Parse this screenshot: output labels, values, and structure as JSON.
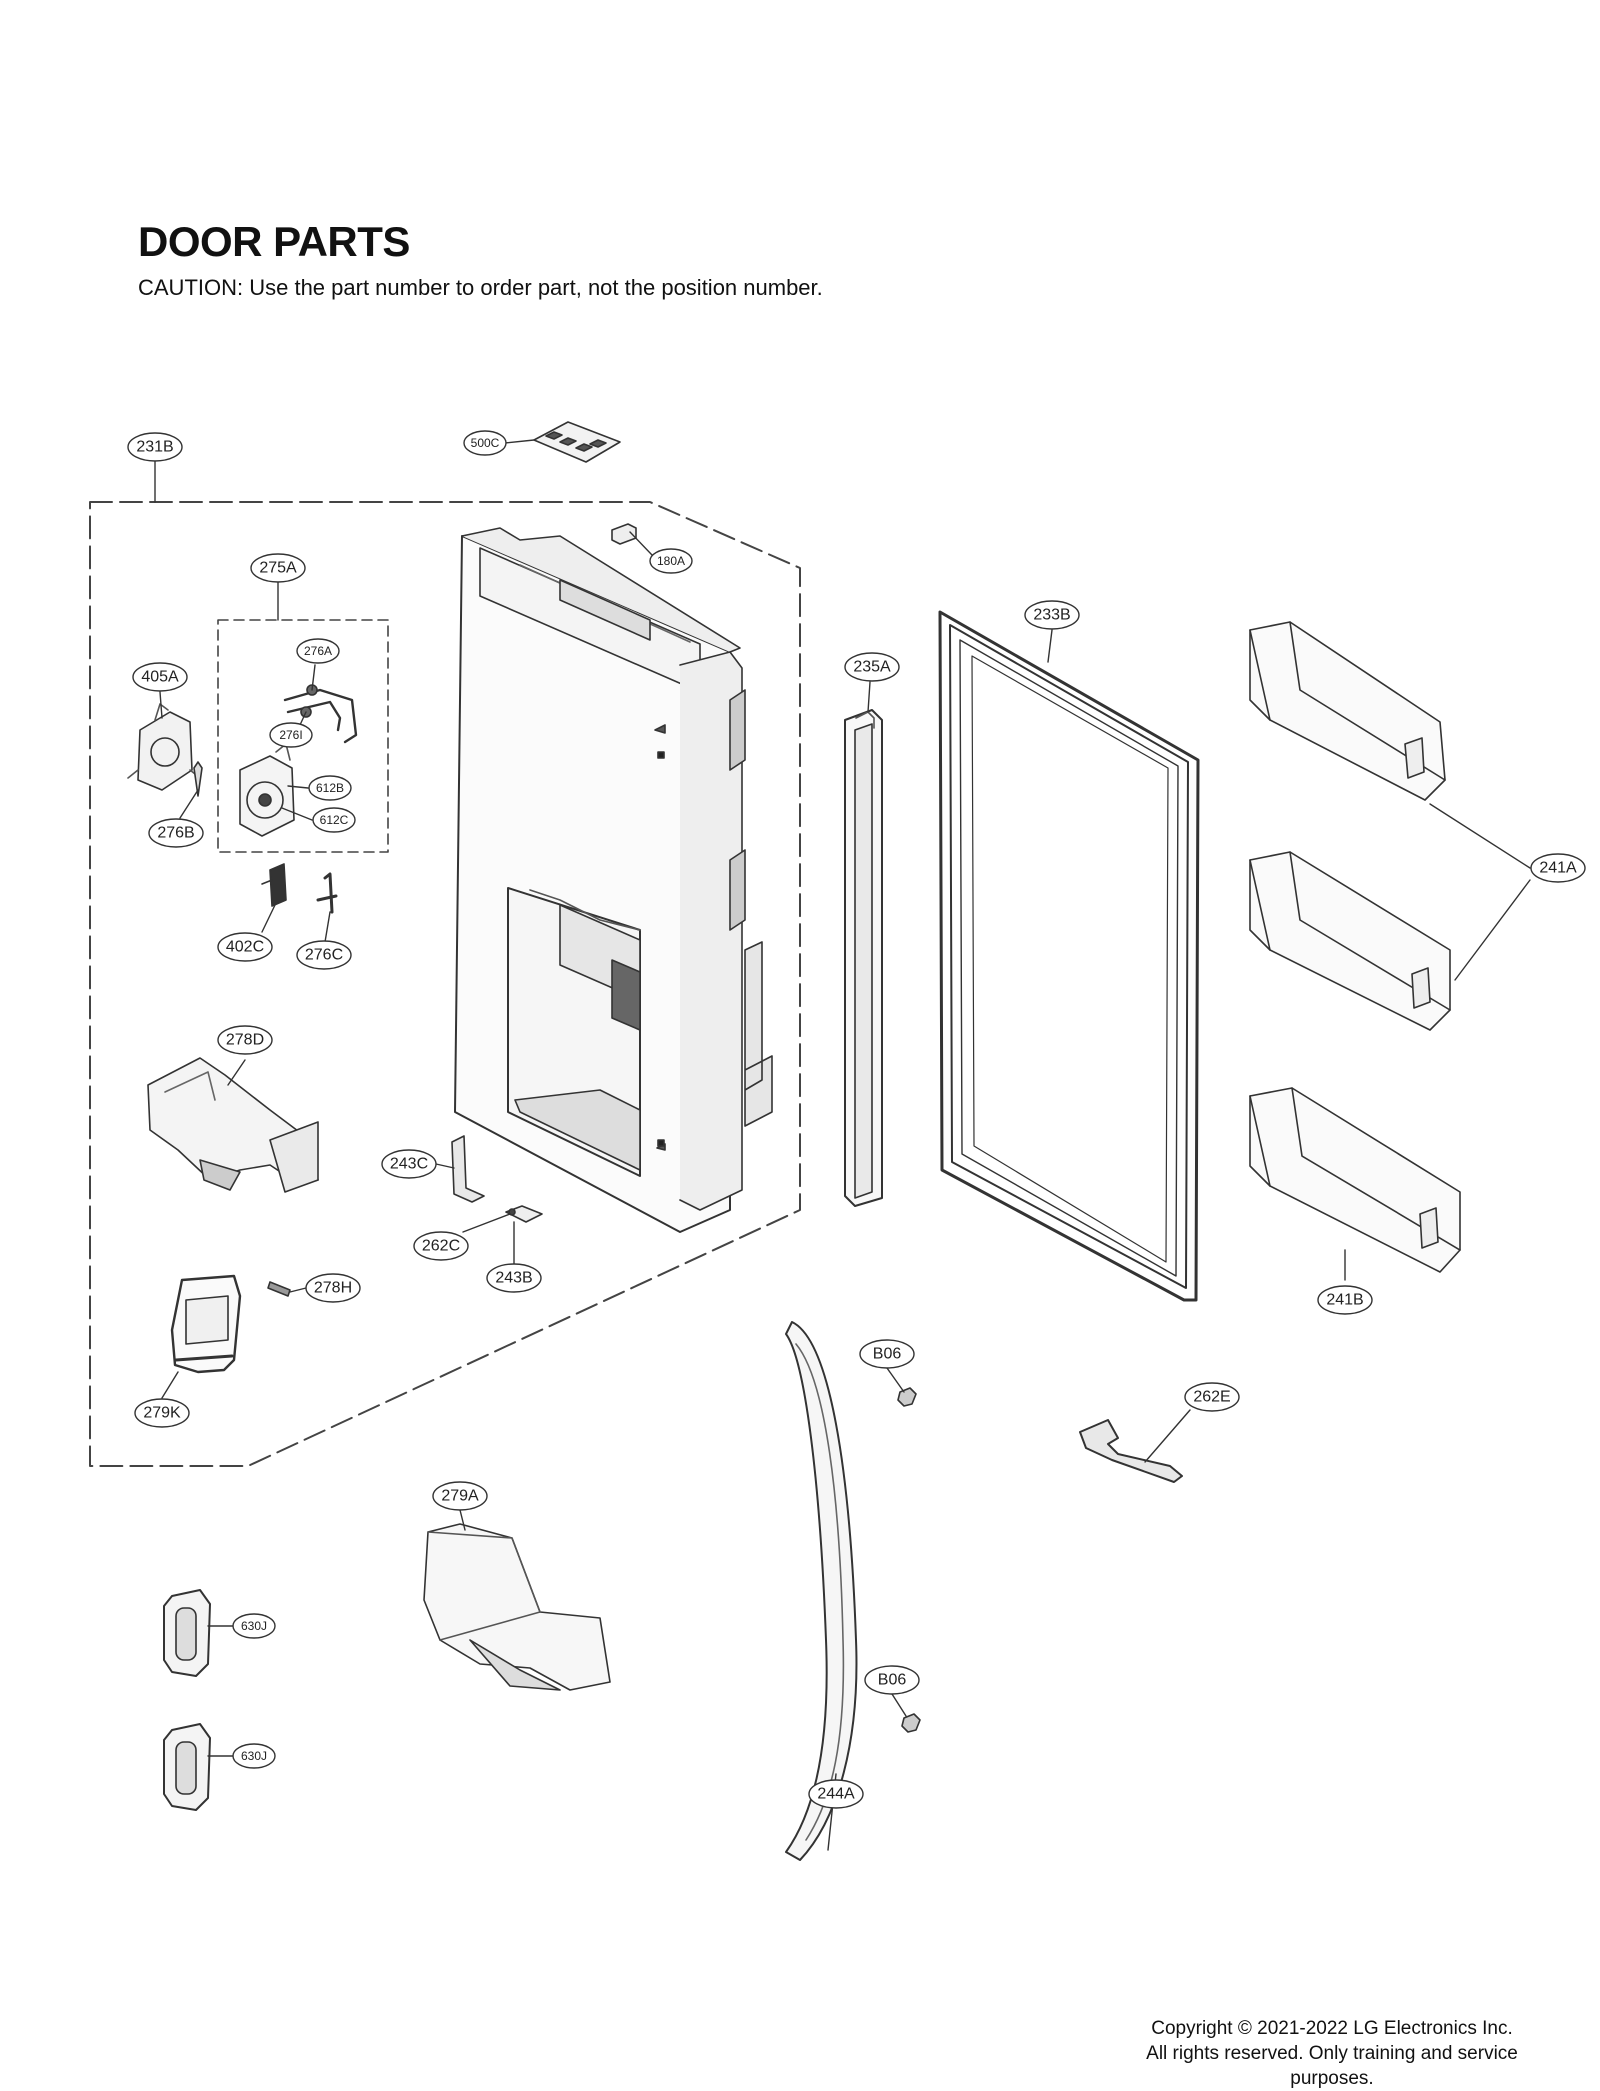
{
  "title": "DOOR PARTS",
  "caution": "CAUTION: Use the part number to order part, not the position number.",
  "copyright": {
    "line1": "Copyright © 2021-2022 LG Electronics Inc.",
    "line2": "All rights reserved. Only training and service",
    "line3": "purposes."
  },
  "callouts": [
    {
      "id": "231B",
      "label": "231B"
    },
    {
      "id": "500C",
      "label": "500C"
    },
    {
      "id": "180A",
      "label": "180A"
    },
    {
      "id": "275A",
      "label": "275A"
    },
    {
      "id": "276A",
      "label": "276A"
    },
    {
      "id": "276I",
      "label": "276I"
    },
    {
      "id": "405A",
      "label": "405A"
    },
    {
      "id": "612B",
      "label": "612B"
    },
    {
      "id": "612C",
      "label": "612C"
    },
    {
      "id": "276B",
      "label": "276B"
    },
    {
      "id": "402C",
      "label": "402C"
    },
    {
      "id": "276C",
      "label": "276C"
    },
    {
      "id": "278D",
      "label": "278D"
    },
    {
      "id": "243C",
      "label": "243C"
    },
    {
      "id": "262C",
      "label": "262C"
    },
    {
      "id": "243B",
      "label": "243B"
    },
    {
      "id": "278H",
      "label": "278H"
    },
    {
      "id": "279K",
      "label": "279K"
    },
    {
      "id": "235A",
      "label": "235A"
    },
    {
      "id": "233B",
      "label": "233B"
    },
    {
      "id": "241A",
      "label": "241A"
    },
    {
      "id": "241B",
      "label": "241B"
    },
    {
      "id": "B06-upper",
      "label": "B06"
    },
    {
      "id": "262E",
      "label": "262E"
    },
    {
      "id": "279A",
      "label": "279A"
    },
    {
      "id": "630J-upper",
      "label": "630J"
    },
    {
      "id": "630J-lower",
      "label": "630J"
    },
    {
      "id": "B06-lower",
      "label": "B06"
    },
    {
      "id": "244A",
      "label": "244A"
    }
  ]
}
